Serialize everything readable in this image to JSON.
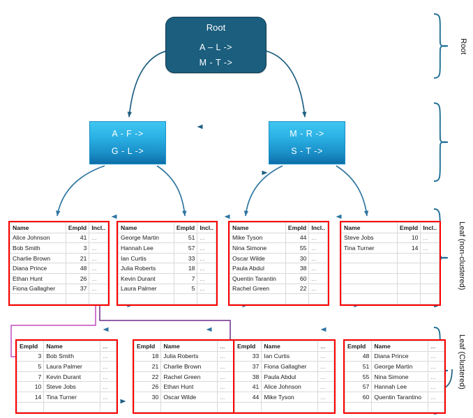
{
  "diagram": {
    "title": "B-Tree index structure: non-clustered leaf pointing to clustered index",
    "colors": {
      "root_fill": "#1b5e7e",
      "mid_fill_top": "#3fc6f0",
      "mid_fill_bottom": "#0d6fa8",
      "table_border": "#ff0000",
      "arrow_blue": "#2e75a0",
      "arrow_dark": "#1f5f82",
      "pointer_purple": "#6b2d8c",
      "pointer_magenta": "#c04bbd",
      "brace": "#1f6f96",
      "text_dark": "#1a1a1a"
    }
  },
  "root": {
    "title": "Root",
    "entries": [
      "A – L ->",
      "M - T ->"
    ]
  },
  "intermediate": [
    {
      "name": "mid-left",
      "entries": [
        "A - F ->",
        "G - L ->"
      ]
    },
    {
      "name": "mid-right",
      "entries": [
        "M - R ->",
        "S - T ->"
      ]
    }
  ],
  "leaf_non_clustered": {
    "columns": [
      "Name",
      "EmpId",
      "Incl.."
    ],
    "tables": [
      {
        "rows": [
          {
            "name": "Alice Johnson",
            "empid": "41",
            "incl": "..."
          },
          {
            "name": "Bob Smith",
            "empid": "3",
            "incl": "..."
          },
          {
            "name": "Charlie Brown",
            "empid": "21",
            "incl": "..."
          },
          {
            "name": "Diana Prince",
            "empid": "48",
            "incl": "..."
          },
          {
            "name": "Ethan Hunt",
            "empid": "26",
            "incl": "..."
          },
          {
            "name": "Fiona Gallagher",
            "empid": "37",
            "incl": "..."
          }
        ]
      },
      {
        "rows": [
          {
            "name": "George Martin",
            "empid": "51",
            "incl": "..."
          },
          {
            "name": "Hannah Lee",
            "empid": "57",
            "incl": "..."
          },
          {
            "name": "Ian Curtis",
            "empid": "33",
            "incl": "..."
          },
          {
            "name": "Julia Roberts",
            "empid": "18",
            "incl": "..."
          },
          {
            "name": "Kevin Durant",
            "empid": "7",
            "incl": "..."
          },
          {
            "name": "Laura Palmer",
            "empid": "5",
            "incl": "..."
          }
        ]
      },
      {
        "rows": [
          {
            "name": "Mike Tyson",
            "empid": "44",
            "incl": "..."
          },
          {
            "name": "Nina Simone",
            "empid": "55",
            "incl": "..."
          },
          {
            "name": "Oscar Wilde",
            "empid": "30",
            "incl": "..."
          },
          {
            "name": "Paula Abdul",
            "empid": "38",
            "incl": "..."
          },
          {
            "name": "Quentin Tarantin",
            "empid": "60",
            "incl": "..."
          },
          {
            "name": "Rachel Green",
            "empid": "22",
            "incl": "..."
          }
        ]
      },
      {
        "rows": [
          {
            "name": "Steve Jobs",
            "empid": "10",
            "incl": "..."
          },
          {
            "name": "Tina Turner",
            "empid": "14",
            "incl": "..."
          }
        ]
      }
    ]
  },
  "leaf_clustered": {
    "columns": [
      "EmpId",
      "Name",
      "..."
    ],
    "tables": [
      {
        "rows": [
          {
            "empid": "3",
            "name": "Bob Smith",
            "dots": "..."
          },
          {
            "empid": "5",
            "name": "Laura Palmer",
            "dots": "..."
          },
          {
            "empid": "7",
            "name": "Kevin Durant",
            "dots": "..."
          },
          {
            "empid": "10",
            "name": "Steve Jobs",
            "dots": "..."
          },
          {
            "empid": "14",
            "name": "Tina Turner",
            "dots": "..."
          }
        ]
      },
      {
        "rows": [
          {
            "empid": "18",
            "name": "Julia Roberts",
            "dots": "..."
          },
          {
            "empid": "21",
            "name": "Charlie Brown",
            "dots": "..."
          },
          {
            "empid": "22",
            "name": "Rachel Green",
            "dots": "..."
          },
          {
            "empid": "26",
            "name": "Ethan Hunt",
            "dots": "..."
          },
          {
            "empid": "30",
            "name": "Oscar Wilde",
            "dots": "..."
          }
        ]
      },
      {
        "rows": [
          {
            "empid": "33",
            "name": "Ian Curtis",
            "dots": "..."
          },
          {
            "empid": "37",
            "name": "Fiona Gallagher",
            "dots": "..."
          },
          {
            "empid": "38",
            "name": "Paula Abdul",
            "dots": "..."
          },
          {
            "empid": "41",
            "name": "Alice Johnson",
            "dots": "..."
          },
          {
            "empid": "44",
            "name": "Mike Tyson",
            "dots": "..."
          }
        ]
      },
      {
        "rows": [
          {
            "empid": "48",
            "name": "Diana Prince",
            "dots": "..."
          },
          {
            "empid": "51",
            "name": "George Martin",
            "dots": "..."
          },
          {
            "empid": "55",
            "name": "Nina Simone",
            "dots": "..."
          },
          {
            "empid": "57",
            "name": "Hannah Lee",
            "dots": "..."
          },
          {
            "empid": "60",
            "name": "Quentin Tarantino",
            "dots": "..."
          }
        ]
      }
    ]
  },
  "side_labels": {
    "root": "Root",
    "intermediate": "",
    "leaf_non_clustered": "Leaf (non-clustered)",
    "leaf_clustered": "Leaf (Clustered)"
  }
}
